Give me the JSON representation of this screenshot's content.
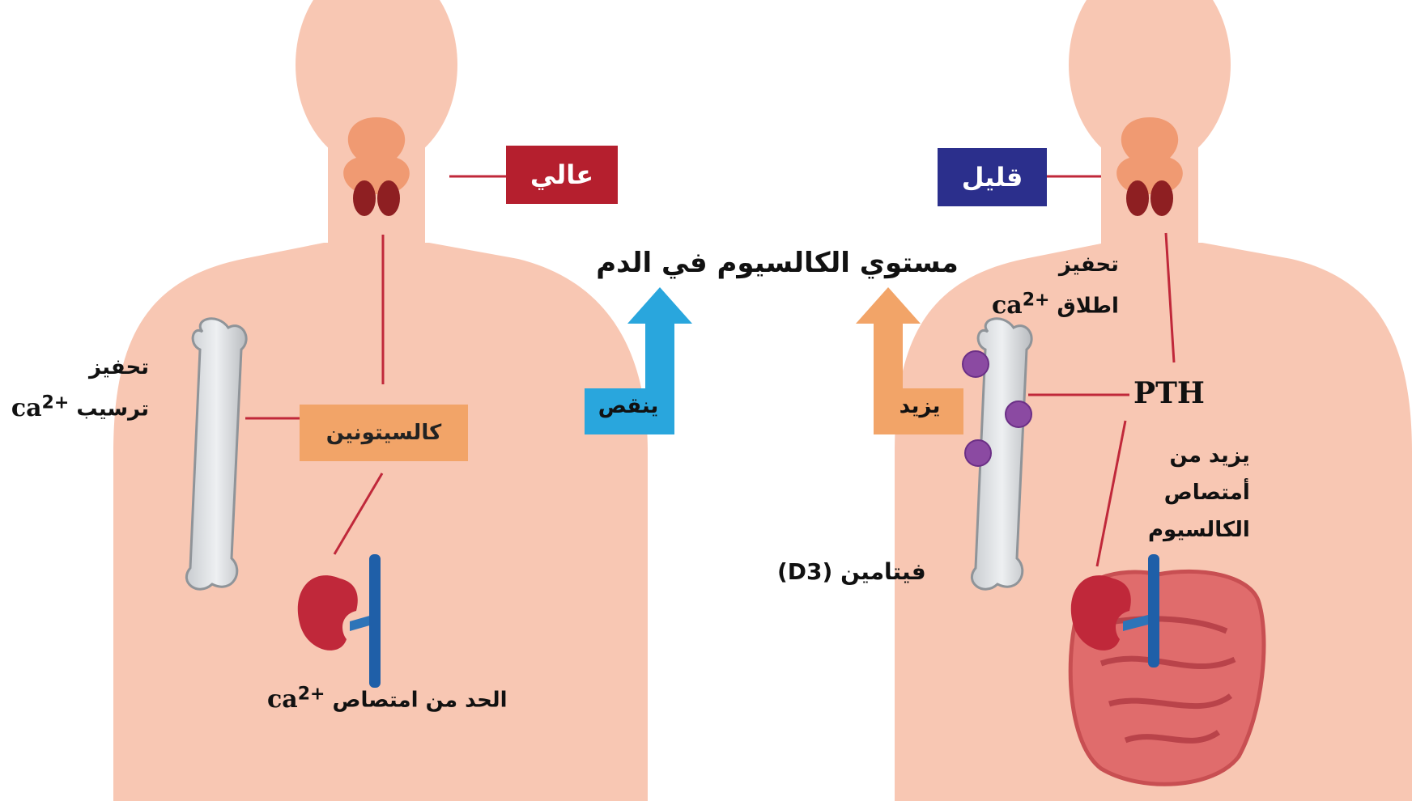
{
  "title": "مستوي الكالسيوم في الدم",
  "left": {
    "level_label": "عالي",
    "hormone_label": "كالسيتونين",
    "bone_note": {
      "line1": "تحفيز",
      "line2_word": "ترسيب",
      "ion": "ca",
      "charge": "2+"
    },
    "kidney_note": {
      "text": "الحد من امتصاص",
      "ion": "ca",
      "charge": "2+"
    },
    "arrow_label": "ينقص"
  },
  "right": {
    "level_label": "قليل",
    "hormone_label": "PTH",
    "bone_note": {
      "line1": "تحفيز",
      "line2_word": "اطلاق",
      "ion": "ca",
      "charge": "2+"
    },
    "vitamin_label": "فيتامين (D3)",
    "intestine_note": [
      "يزيد من",
      "أمتصاص",
      "الكالسيوم"
    ],
    "arrow_label": "يزيد"
  },
  "colors": {
    "skin": "#f8c7b3",
    "high_box": "#b51f2e",
    "low_box": "#2b2f8c",
    "calcitonin_box": "#f2a468",
    "decrease_arrow": "#29a6dd",
    "increase_arrow": "#f2a468",
    "connector": "#c0283a"
  }
}
